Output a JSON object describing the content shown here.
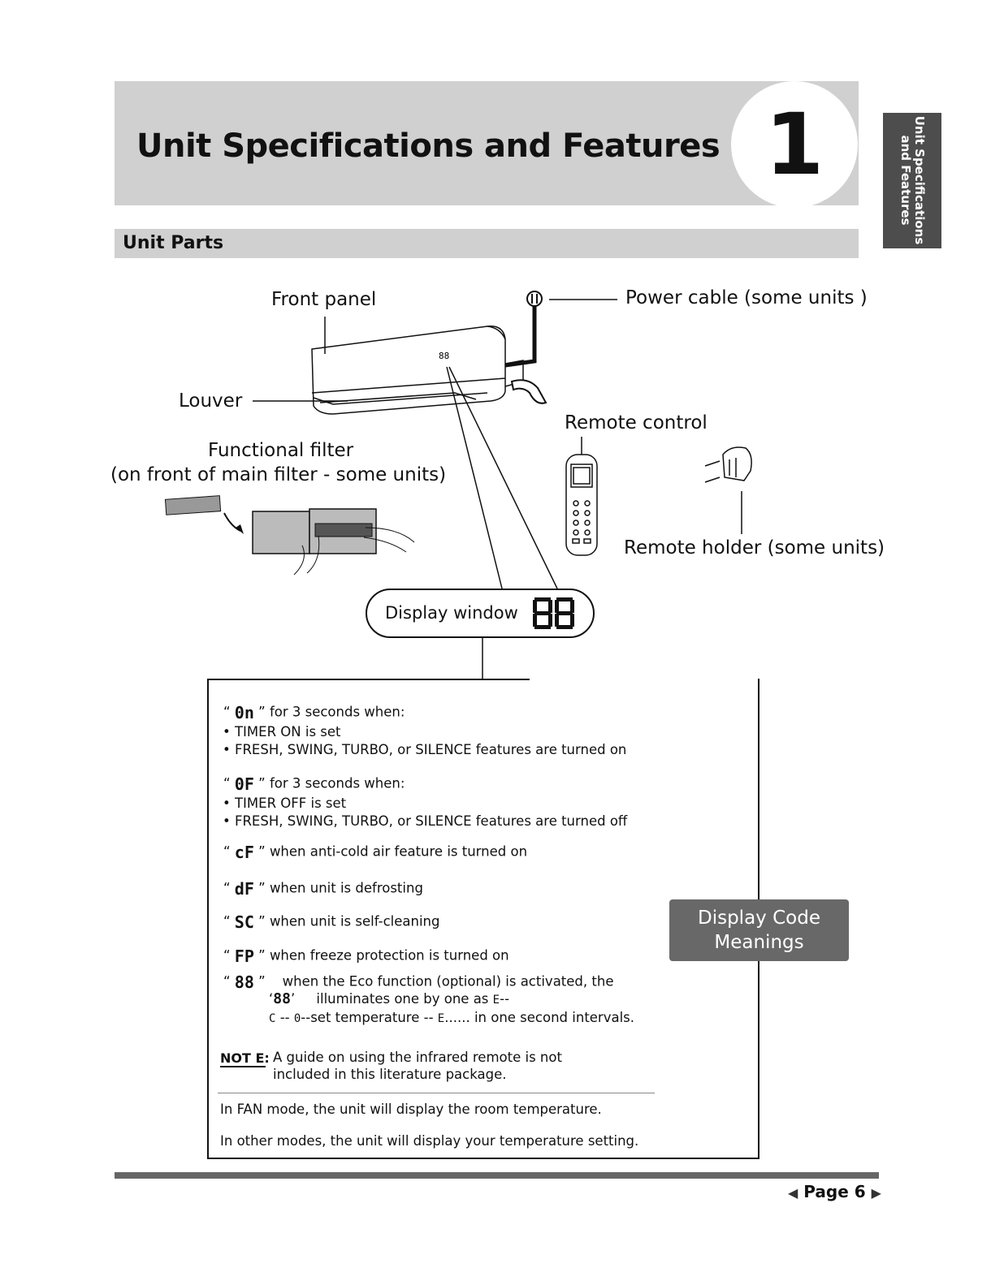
{
  "header": {
    "title": "Unit Specifications and Features",
    "chapter_number": "1",
    "side_tab": "Unit Specifications and Features"
  },
  "section": {
    "title": "Unit Parts"
  },
  "labels": {
    "front_panel": "Front panel",
    "power_cable": "Power cable (some units  )",
    "louver": "Louver",
    "remote_control": "Remote control",
    "functional_filter_1": "Functional filter",
    "functional_filter_2": "(on front of main filter - some units)",
    "remote_holder": "Remote holder (some units)",
    "display_window": "Display window",
    "display_digits": "88"
  },
  "codes": {
    "badge_line1": "Display Code",
    "badge_line2": "Meanings",
    "on_code": "0n",
    "on_intro": "for 3 seconds when:",
    "on_items": [
      "• TIMER ON is set",
      "• FRESH, SWING, TURBO, or SILENCE features are turned on"
    ],
    "of_code": "0F",
    "of_intro": "for 3 seconds when:",
    "of_items": [
      "• TIMER OFF is set",
      "• FRESH, SWING, TURBO, or SILENCE features are turned off"
    ],
    "cf_code": "cF",
    "cf_text": "when anti-cold air feature is turned on",
    "df_code": "dF",
    "df_text": "when unit is defrosting",
    "sc_code": "SC",
    "sc_text": "when unit is self-cleaning",
    "fp_code": "FP",
    "fp_text": "when freeze protection is turned on",
    "eco_code": "88",
    "eco_line1": "when  the Eco function (optional) is activated, the",
    "eco_line2": "illuminates one by one as",
    "eco_line2_end": "--",
    "eco_line3a": "--",
    "eco_line3b": "--set temperature --",
    "eco_line3c": "...... in one second intervals."
  },
  "note": {
    "label": "NOT E:",
    "line1": "A guide on using the infrared remote is not",
    "line2": "included in this literature package."
  },
  "footer_text": {
    "fan_mode": "In FAN mode, the unit will display the room temperature.",
    "other_modes": "In other modes, the unit will display your temperature setting."
  },
  "page": {
    "label": "Page 6"
  }
}
